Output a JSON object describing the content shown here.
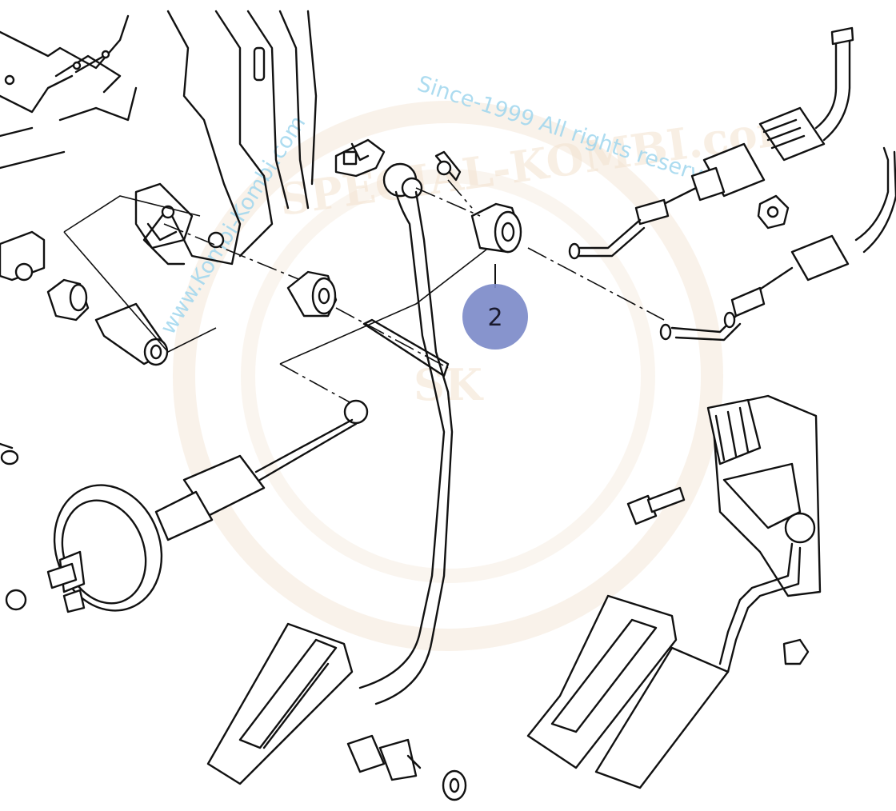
{
  "watermark": {
    "url_left": "www.Kombi-Kombi.com",
    "since_text": "Since-1999 All rights reserved",
    "brand_text": "SPECIAL-KOMBI.com",
    "monogram": "SK"
  },
  "callouts": [
    {
      "number": "2"
    }
  ],
  "colors": {
    "callout_fill": "#7d8bc9",
    "watermark_blue": "#9fd6ee",
    "watermark_beige": "#f3e2cf",
    "line": "#111111"
  }
}
